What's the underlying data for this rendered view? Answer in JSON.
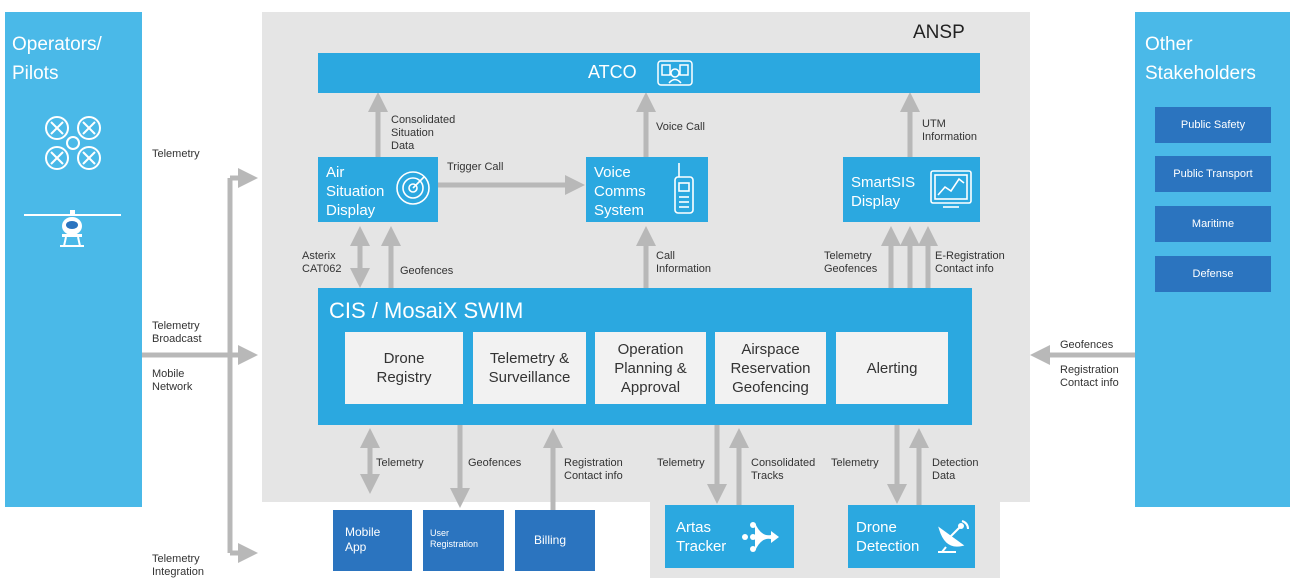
{
  "operators": {
    "title": "Operators/\nPilots"
  },
  "stakeholders": {
    "title": "Other\nStakeholders",
    "items": [
      "Public Safety",
      "Public Transport",
      "Maritime",
      "Defense"
    ]
  },
  "ansp": {
    "label": "ANSP"
  },
  "atco": {
    "label": "ATCO"
  },
  "air_situation": {
    "label": "Air\nSituation\nDisplay"
  },
  "voice_comms": {
    "label": "Voice\nComms\nSystem"
  },
  "smartsis": {
    "label": "SmartSIS\nDisplay"
  },
  "cis": {
    "label": "CIS / MosaiX SWIM",
    "modules": [
      "Drone\nRegistry",
      "Telemetry &\nSurveillance",
      "Operation\nPlanning &\nApproval",
      "Airspace\nReservation\nGeofencing",
      "Alerting"
    ]
  },
  "bottom": {
    "mobile_app": "Mobile\nApp",
    "user_registration": "User\nRegistration",
    "billing": "Billing",
    "artas": "Artas\nTracker",
    "drone_detection": "Drone\nDetection"
  },
  "labels": {
    "consolidated_situation": "Consolidated\nSituation\nData",
    "trigger_call": "Trigger Call",
    "voice_call": "Voice Call",
    "utm_information": "UTM\nInformation",
    "asterix": "Asterix\nCAT062",
    "geofences_left": "Geofences",
    "call_information": "Call\nInformation",
    "telemetry_geofences": "Telemetry\nGeofences",
    "e_registration": "E-Registration\nContact info",
    "telemetry_top": "Telemetry",
    "telemetry_broadcast": "Telemetry\nBroadcast",
    "mobile_network": "Mobile\nNetwork",
    "telemetry_integration": "Telemetry\nIntegration",
    "geofences_right": "Geofences",
    "registration_right": "Registration\nContact info",
    "telemetry_mobile": "Telemetry",
    "geofences_user": "Geofences",
    "registration_billing": "Registration\nContact info",
    "telemetry_artas": "Telemetry",
    "consolidated_tracks": "Consolidated\nTracks",
    "telemetry_detection": "Telemetry",
    "detection_data": "Detection\nData"
  },
  "colors": {
    "side_panel": "#4ab9e8",
    "system_box": "#2ba8e0",
    "dark_box": "#2b74bf",
    "ansp_bg": "#e5e5e5",
    "arrow": "#b8b8b8"
  }
}
